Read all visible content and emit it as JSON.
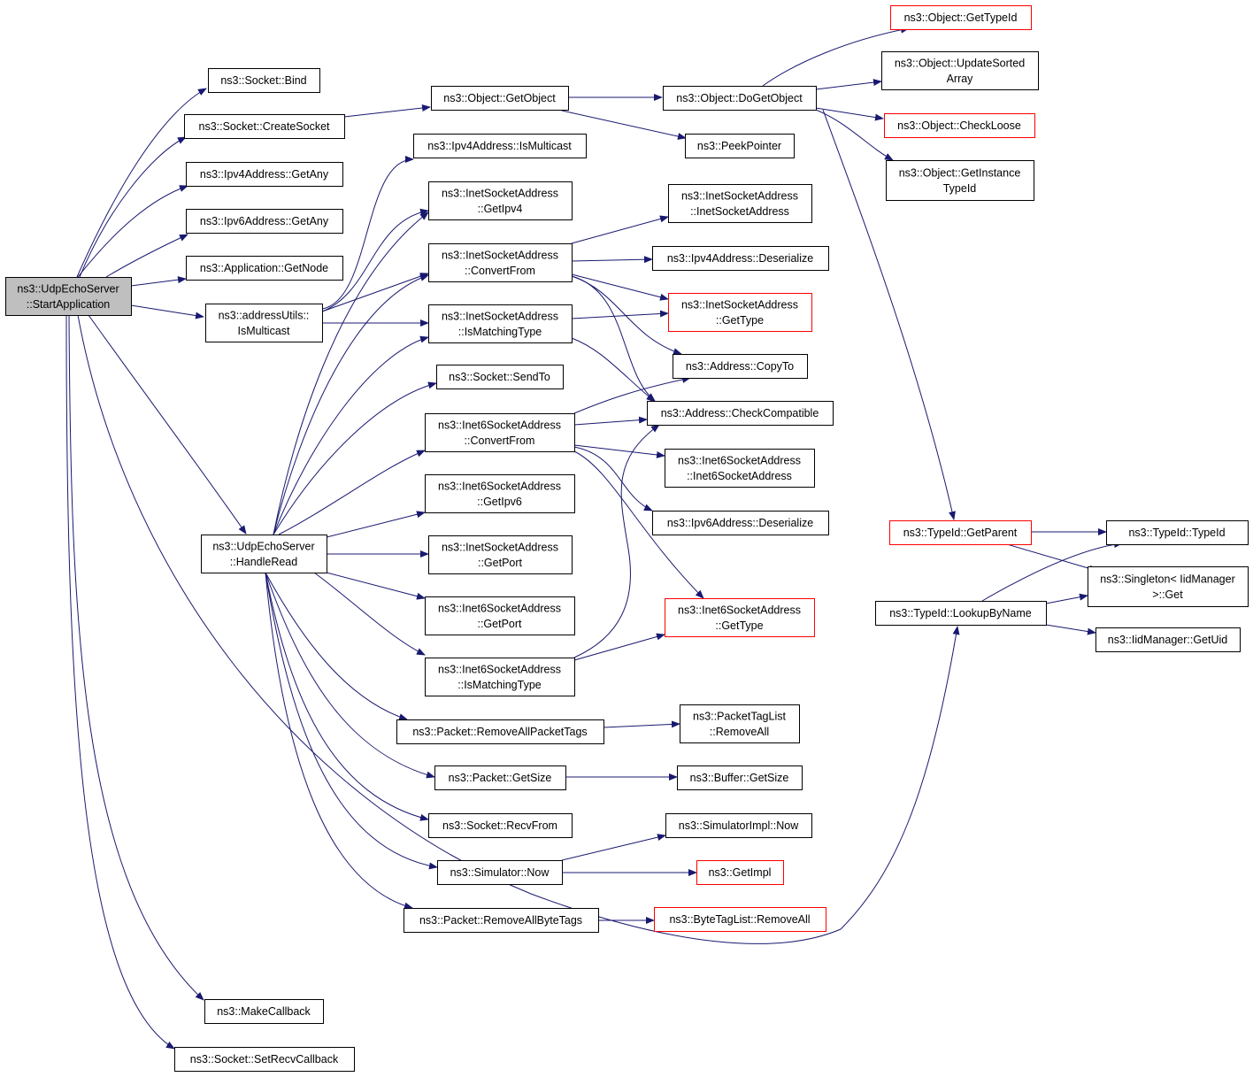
{
  "colors": {
    "edge": "#191970",
    "node_border": "#000000",
    "node_border_incomplete": "#ff0000",
    "root_fill": "#bfbfbf",
    "node_fill": "#ffffff"
  },
  "nodes": {
    "start": {
      "lines": [
        "ns3::UdpEchoServer",
        "::StartApplication"
      ],
      "root": true
    },
    "bind": {
      "lines": [
        "ns3::Socket::Bind"
      ]
    },
    "createSocket": {
      "lines": [
        "ns3::Socket::CreateSocket"
      ]
    },
    "ipv4GetAny": {
      "lines": [
        "ns3::Ipv4Address::GetAny"
      ]
    },
    "ipv6GetAny": {
      "lines": [
        "ns3::Ipv6Address::GetAny"
      ]
    },
    "appGetNode": {
      "lines": [
        "ns3::Application::GetNode"
      ]
    },
    "addrIsMulticast": {
      "lines": [
        "ns3::addressUtils::",
        "IsMulticast"
      ]
    },
    "handleRead": {
      "lines": [
        "ns3::UdpEchoServer",
        "::HandleRead"
      ]
    },
    "makeCallback": {
      "lines": [
        "ns3::MakeCallback"
      ]
    },
    "setRecvCallback": {
      "lines": [
        "ns3::Socket::SetRecvCallback"
      ]
    },
    "getObject": {
      "lines": [
        "ns3::Object::GetObject"
      ]
    },
    "ipv4IsMulticast": {
      "lines": [
        "ns3::Ipv4Address::IsMulticast"
      ]
    },
    "inetGetIpv4": {
      "lines": [
        "ns3::InetSocketAddress",
        "::GetIpv4"
      ]
    },
    "inetConvertFrom": {
      "lines": [
        "ns3::InetSocketAddress",
        "::ConvertFrom"
      ]
    },
    "inetIsMatching": {
      "lines": [
        "ns3::InetSocketAddress",
        "::IsMatchingType"
      ]
    },
    "sendTo": {
      "lines": [
        "ns3::Socket::SendTo"
      ]
    },
    "inet6ConvertFrom": {
      "lines": [
        "ns3::Inet6SocketAddress",
        "::ConvertFrom"
      ]
    },
    "inet6GetIpv6": {
      "lines": [
        "ns3::Inet6SocketAddress",
        "::GetIpv6"
      ]
    },
    "inetGetPort": {
      "lines": [
        "ns3::InetSocketAddress",
        "::GetPort"
      ]
    },
    "inet6GetPort": {
      "lines": [
        "ns3::Inet6SocketAddress",
        "::GetPort"
      ]
    },
    "inet6IsMatching": {
      "lines": [
        "ns3::Inet6SocketAddress",
        "::IsMatchingType"
      ]
    },
    "removeAllPacketTags": {
      "lines": [
        "ns3::Packet::RemoveAllPacketTags"
      ]
    },
    "packetGetSize": {
      "lines": [
        "ns3::Packet::GetSize"
      ]
    },
    "recvFrom": {
      "lines": [
        "ns3::Socket::RecvFrom"
      ]
    },
    "simulatorNow": {
      "lines": [
        "ns3::Simulator::Now"
      ]
    },
    "removeAllByteTags": {
      "lines": [
        "ns3::Packet::RemoveAllByteTags"
      ]
    },
    "doGetObject": {
      "lines": [
        "ns3::Object::DoGetObject"
      ]
    },
    "peekPointer": {
      "lines": [
        "ns3::PeekPointer"
      ]
    },
    "inetCtor": {
      "lines": [
        "ns3::InetSocketAddress",
        "::InetSocketAddress"
      ]
    },
    "ipv4Deserialize": {
      "lines": [
        "ns3::Ipv4Address::Deserialize"
      ]
    },
    "inetGetType": {
      "lines": [
        "ns3::InetSocketAddress",
        "::GetType"
      ],
      "red": true
    },
    "addrCopyTo": {
      "lines": [
        "ns3::Address::CopyTo"
      ]
    },
    "addrCheckCompat": {
      "lines": [
        "ns3::Address::CheckCompatible"
      ]
    },
    "inet6Ctor": {
      "lines": [
        "ns3::Inet6SocketAddress",
        "::Inet6SocketAddress"
      ]
    },
    "ipv6Deserialize": {
      "lines": [
        "ns3::Ipv6Address::Deserialize"
      ]
    },
    "inet6GetType": {
      "lines": [
        "ns3::Inet6SocketAddress",
        "::GetType"
      ],
      "red": true
    },
    "tagListRemoveAll": {
      "lines": [
        "ns3::PacketTagList",
        "::RemoveAll"
      ]
    },
    "bufferGetSize": {
      "lines": [
        "ns3::Buffer::GetSize"
      ]
    },
    "simImplNow": {
      "lines": [
        "ns3::SimulatorImpl::Now"
      ]
    },
    "getImpl": {
      "lines": [
        "ns3::GetImpl"
      ],
      "red": true
    },
    "byteTagRemoveAll": {
      "lines": [
        "ns3::ByteTagList::RemoveAll"
      ],
      "red": true
    },
    "objGetTypeId": {
      "lines": [
        "ns3::Object::GetTypeId"
      ],
      "red": true
    },
    "objUpdateSorted": {
      "lines": [
        "ns3::Object::UpdateSorted",
        "Array"
      ]
    },
    "objCheckLoose": {
      "lines": [
        "ns3::Object::CheckLoose"
      ],
      "red": true
    },
    "objGetInstance": {
      "lines": [
        "ns3::Object::GetInstance",
        "TypeId"
      ]
    },
    "typeIdGetParent": {
      "lines": [
        "ns3::TypeId::GetParent"
      ],
      "red": true
    },
    "typeIdLookup": {
      "lines": [
        "ns3::TypeId::LookupByName"
      ]
    },
    "typeIdCtor": {
      "lines": [
        "ns3::TypeId::TypeId"
      ]
    },
    "singletonGet": {
      "lines": [
        "ns3::Singleton< IidManager",
        ">::Get"
      ]
    },
    "iidGetUid": {
      "lines": [
        "ns3::IidManager::GetUid"
      ]
    }
  }
}
